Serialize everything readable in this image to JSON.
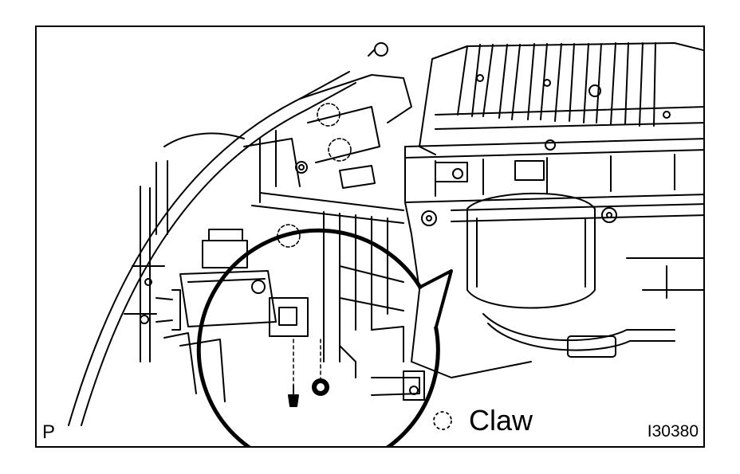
{
  "figure": {
    "panel_label": "P",
    "legend": {
      "symbol_icon": "dashed-circle-icon",
      "label": "Claw"
    },
    "figure_code": "I30380"
  },
  "colors": {
    "line": "#000000",
    "background": "#ffffff"
  }
}
